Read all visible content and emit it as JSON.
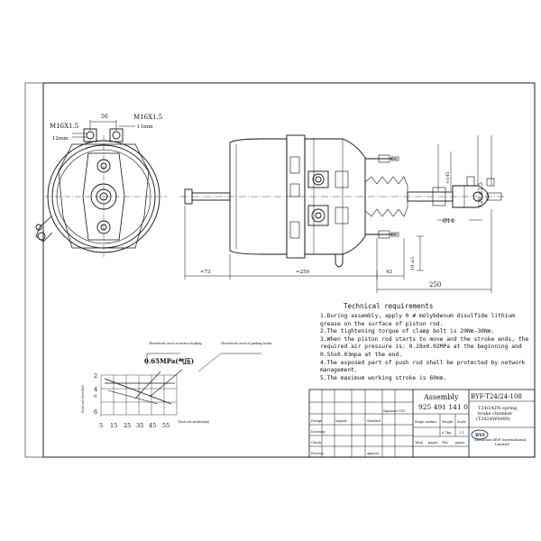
{
  "dims": {
    "m16_left": "M16X1.5",
    "m16_left_depth": "12mm",
    "m16_right": "M16X1.5",
    "m16_right_depth": "11mm",
    "width_56": "56",
    "len_73": "≈73",
    "len_250": "≈250",
    "len_43": "43",
    "total_250": "250",
    "chamber_145": "≈145",
    "dia_14": "Ø14",
    "travel": "120.±2.5",
    "offset": "19.±5"
  },
  "requirements": {
    "title": "Technical requirements",
    "items": [
      "1.During assembly, apply 0 # molybdenum disulfide lithium grease on the surface of piston rod.",
      "2.The tightening torque of clamp bolt is 20Nm-30Nm.",
      "3.When the piston rod starts to move and the stroke ends, the required air pressure is: 0.28±0.02MPa at the beginning and 0.55±0.03mpa at the end.",
      "4.The exposed part of push rod shall be protected by network management.",
      "5.The maximum working stroke is 60mm."
    ]
  },
  "graph": {
    "label_service": "Theoretical curve of service braking",
    "label_parking": "Theoretical curve of parking brake",
    "pressure_label": "0.65MPa(气压)",
    "y_axis_label": "Push rod force(kN)",
    "x_axis_label": "Push rod stroke(mm)",
    "y_ticks": [
      "2",
      "4",
      "6"
    ],
    "y_zero": "0",
    "x_ticks": [
      "5",
      "15",
      "25",
      "35",
      "45",
      "55"
    ]
  },
  "title_block": {
    "assembly": "Assembly",
    "part_number": "925 491 141 0",
    "code": "BYF-T24/24-108",
    "description": "T24/24ZN spring brake chamber (T2424W0089)",
    "company": "Shenzhen BYF International Limited",
    "logo_text": "BYF",
    "stage_mark": "Stage marker",
    "weight": "Weight",
    "scale": "Scale",
    "weight_value": "6.7kg",
    "scale_value": "1:1",
    "total": "Total",
    "pages_1": "pages",
    "sheet": "The",
    "pages_2": "pages",
    "signature": "Signature",
    "date_label": "YYD",
    "design": "Design",
    "standard": "Standard",
    "drawing": "Drawing",
    "check": "Check",
    "approve": "Approve",
    "process": "Process",
    "original": "original"
  }
}
